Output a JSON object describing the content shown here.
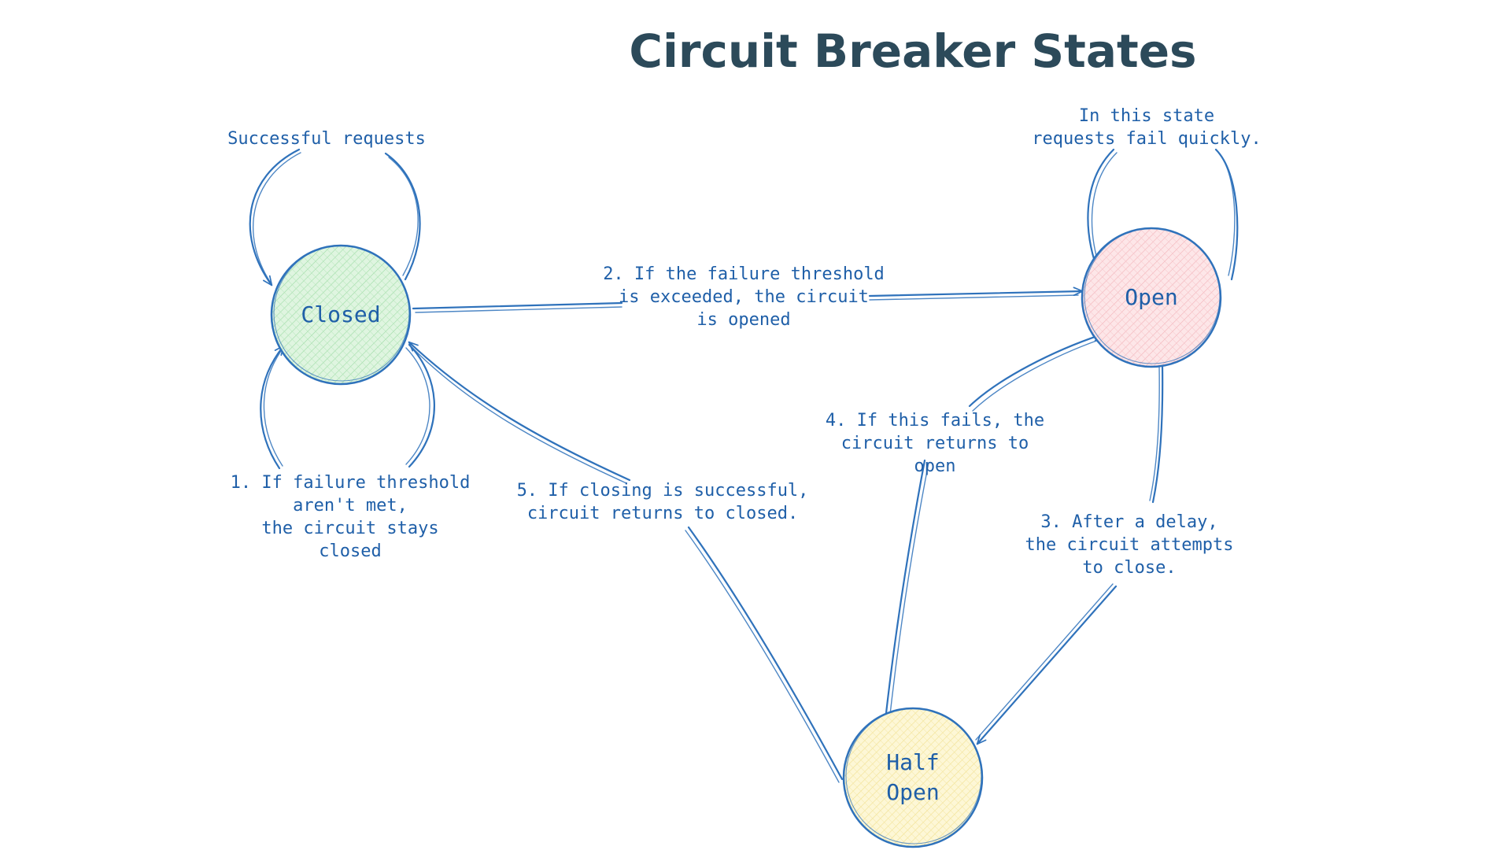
{
  "title": "Circuit Breaker States",
  "colors": {
    "title": "#2c4a5a",
    "stroke": "#2f72bb",
    "text": "#1f5fa8",
    "closed_fill": "#cdeecf",
    "open_fill": "#f9d3d6",
    "half_open_fill": "#fbf0b8"
  },
  "states": {
    "closed": {
      "label": "Closed"
    },
    "open": {
      "label": "Open"
    },
    "half_open": {
      "label_lines": [
        "Half",
        "Open"
      ]
    }
  },
  "notes": {
    "closed_success_loop": [
      "Successful requests"
    ],
    "open_loop": [
      "In this state",
      "requests fail quickly."
    ],
    "step1": [
      "1. If failure threshold",
      "aren't met,",
      "the circuit stays",
      "closed"
    ],
    "step2": [
      "2. If the failure threshold",
      "is exceeded, the circuit",
      "is opened"
    ],
    "step3": [
      "3. After a delay,",
      "the circuit attempts",
      "to close."
    ],
    "step4": [
      "4. If this fails, the",
      "circuit returns to",
      "open"
    ],
    "step5": [
      "5. If closing is successful,",
      "circuit returns to closed."
    ]
  }
}
